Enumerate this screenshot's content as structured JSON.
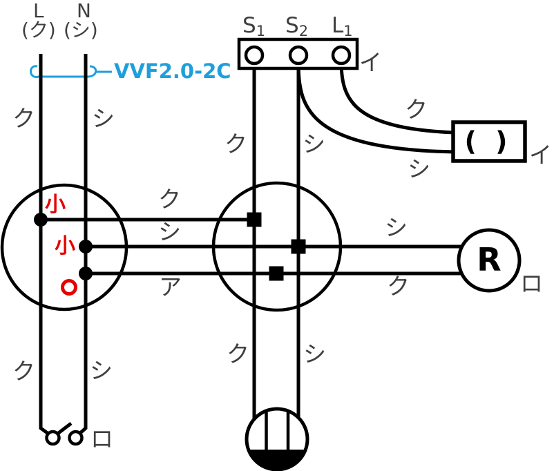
{
  "colors": {
    "wire": "#000000",
    "label_gray": "#3f3f3f",
    "mark_red": "#e60000",
    "cable_blue": "#1e9fdc"
  },
  "power_source": {
    "live_terminal": "L",
    "live_color_note": "(ク)",
    "neutral_terminal": "N",
    "neutral_color_note": "(シ)",
    "drop_left_label": "ク",
    "drop_right_label": "シ",
    "bottom_left_label": "ク",
    "bottom_right_label": "シ"
  },
  "cable": {
    "spec": "VVF2.0-2C"
  },
  "terminal_block": {
    "t1_base": "S",
    "t1_sub": "1",
    "t2_base": "S",
    "t2_sub": "2",
    "t3_base": "L",
    "t3_sub": "1",
    "circuit_label": "イ",
    "s1_wire_label": "ク",
    "s2_wire_label": "シ"
  },
  "blank_device": {
    "content": "( )",
    "circuit_label": "イ",
    "wire_top_label": "ク",
    "wire_bottom_label": "シ"
  },
  "junction_box_left": {
    "sleeve_mark_top": "小",
    "sleeve_mark_middle": "小",
    "out_top_label": "ク",
    "out_middle_label": "シ",
    "out_bottom_label": "ア"
  },
  "lamp_receptacle": {
    "letter": "R",
    "circuit_label": "ロ",
    "wire_top_label": "シ",
    "wire_bottom_label": "ク"
  },
  "ceiling_light": {
    "wire_left_label": "ク",
    "wire_right_label": "シ"
  },
  "switch": {
    "circuit_label": "ロ"
  }
}
